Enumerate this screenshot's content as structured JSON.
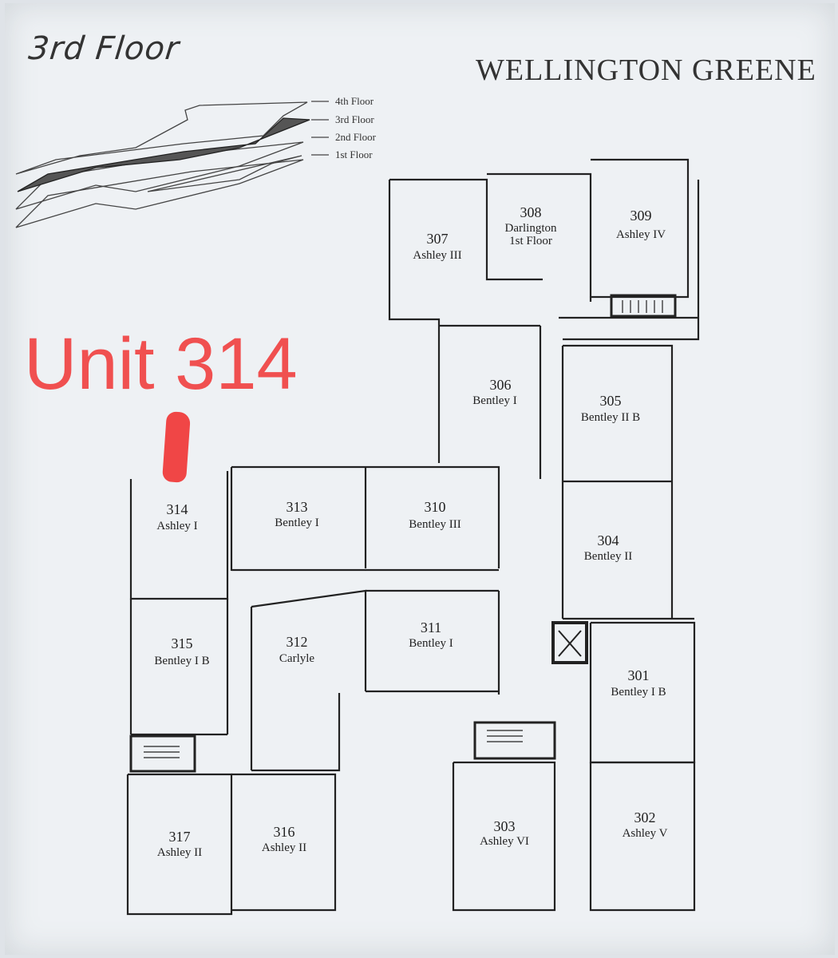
{
  "header": {
    "floor_title": "3rd Floor",
    "brand": "WELLINGTON GREENE"
  },
  "annotation": {
    "unit_label": "Unit 314",
    "color": "#f05050"
  },
  "floor_legend": {
    "floors": [
      "4th Floor",
      "3rd Floor",
      "2nd Floor",
      "1st Floor"
    ],
    "highlighted": "3rd Floor"
  },
  "rooms": [
    {
      "id": "r307",
      "number": "307",
      "name": "Ashley III"
    },
    {
      "id": "r308",
      "number": "308",
      "name": "Darlington",
      "name2": "1st Floor"
    },
    {
      "id": "r309",
      "number": "309",
      "name": "Ashley IV"
    },
    {
      "id": "r306",
      "number": "306",
      "name": "Bentley I"
    },
    {
      "id": "r305",
      "number": "305",
      "name": "Bentley II B"
    },
    {
      "id": "r314",
      "number": "314",
      "name": "Ashley I"
    },
    {
      "id": "r313",
      "number": "313",
      "name": "Bentley I"
    },
    {
      "id": "r310",
      "number": "310",
      "name": "Bentley III"
    },
    {
      "id": "r304",
      "number": "304",
      "name": "Bentley II"
    },
    {
      "id": "r315",
      "number": "315",
      "name": "Bentley I B"
    },
    {
      "id": "r312",
      "number": "312",
      "name": "Carlyle"
    },
    {
      "id": "r311",
      "number": "311",
      "name": "Bentley I"
    },
    {
      "id": "r301",
      "number": "301",
      "name": "Bentley I B"
    },
    {
      "id": "r317",
      "number": "317",
      "name": "Ashley II"
    },
    {
      "id": "r316",
      "number": "316",
      "name": "Ashley II"
    },
    {
      "id": "r303",
      "number": "303",
      "name": "Ashley VI"
    },
    {
      "id": "r302",
      "number": "302",
      "name": "Ashley V"
    }
  ]
}
